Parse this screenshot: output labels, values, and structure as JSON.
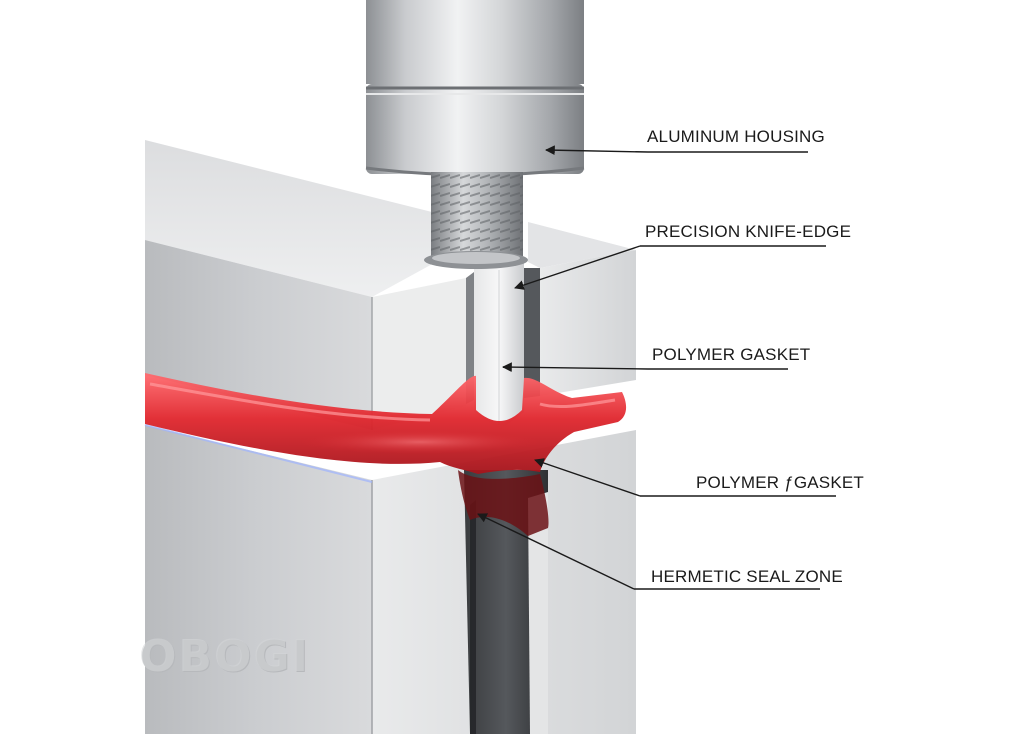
{
  "callouts": {
    "housing": "ALUMINUM HOUSING",
    "knife_edge": "PRECISION KNIFE-EDGE",
    "gasket_top": "POLYMER GASKET",
    "gasket_bottom": "POLYMER ƒGASKET",
    "seal_zone": "HERMETIC SEAL ZONE"
  },
  "block_marking": "OBOGI",
  "colors": {
    "gasket": "#d8232a",
    "metal": "#c4c6c9",
    "background": "#ffffff"
  }
}
